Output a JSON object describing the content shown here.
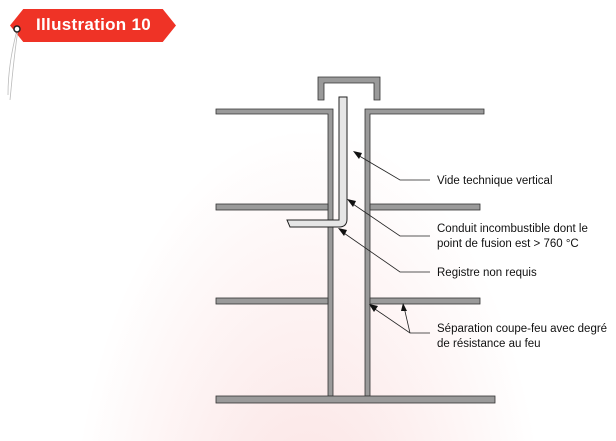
{
  "tag": {
    "title": "Illustration 10"
  },
  "labels": {
    "vide": "Vide technique vertical",
    "conduit_1": "Conduit incombustible dont le",
    "conduit_2": "point de fusion est > 760 °C",
    "registre": "Registre non requis",
    "separation_1": "Séparation coupe-feu avec degré",
    "separation_2": "de résistance au feu"
  },
  "colors": {
    "tag": "#ef3326",
    "slab": "#9a9a9a",
    "duct": "#e6e6e6"
  }
}
